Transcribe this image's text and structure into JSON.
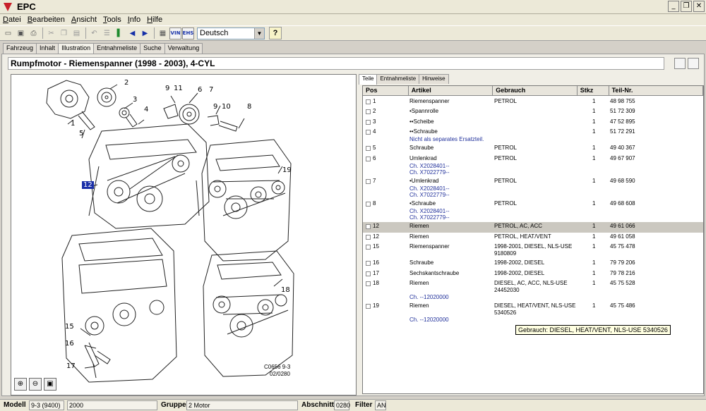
{
  "window": {
    "title": "EPC"
  },
  "menu": [
    "Datei",
    "Bearbeiten",
    "Ansicht",
    "Tools",
    "Info",
    "Hilfe"
  ],
  "toolbar": {
    "language": "Deutsch",
    "vin_label": "VIN",
    "ehs_label": "EHS",
    "help_label": "?"
  },
  "main_tabs": [
    "Fahrzeug",
    "Inhalt",
    "Illustration",
    "Entnahmeliste",
    "Suche",
    "Verwaltung"
  ],
  "heading": "Rumpfmotor - Riemenspanner   (1998 - 2003), 4-CYL",
  "illustration": {
    "callouts": [
      "1",
      "2",
      "3",
      "4",
      "5",
      "6",
      "7",
      "8",
      "9",
      "11",
      "9",
      "10",
      "12",
      "19",
      "15",
      "16",
      "17",
      "18"
    ],
    "code_1": "C0656 9-3",
    "code_2": "02/0280",
    "selected": "12"
  },
  "parts_tabs": [
    "Teile",
    "Entnahmeliste",
    "Hinweise"
  ],
  "parts_columns": [
    "Pos",
    "Artikel",
    "Gebrauch",
    "Stkz",
    "Teil-Nr."
  ],
  "parts_rows": [
    {
      "pos": "1",
      "art": "Riemenspanner",
      "geb": "PETROL",
      "geb2": "",
      "stk": "1",
      "teil": "48 98 755",
      "sub": []
    },
    {
      "pos": "2",
      "art": "•Spannrolle",
      "geb": "",
      "geb2": "",
      "stk": "1",
      "teil": "51 72 309",
      "sub": []
    },
    {
      "pos": "3",
      "art": "••Scheibe",
      "geb": "",
      "geb2": "",
      "stk": "1",
      "teil": "47 52 895",
      "sub": []
    },
    {
      "pos": "4",
      "art": "••Schraube",
      "geb": "",
      "geb2": "",
      "stk": "1",
      "teil": "51 72 291",
      "sub": [
        "Nicht als separates Ersatzteil."
      ]
    },
    {
      "pos": "5",
      "art": "Schraube",
      "geb": "PETROL",
      "geb2": "",
      "stk": "1",
      "teil": "49 40 367",
      "sub": []
    },
    {
      "pos": "6",
      "art": "Umlenkrad",
      "geb": "PETROL",
      "geb2": "",
      "stk": "1",
      "teil": "49 67 907",
      "sub": [
        "Ch. X2028401--",
        "Ch. X7022779--"
      ]
    },
    {
      "pos": "7",
      "art": "•Umlenkrad",
      "geb": "PETROL",
      "geb2": "",
      "stk": "1",
      "teil": "49 68 590",
      "sub": [
        "Ch. X2028401--",
        "Ch. X7022779--"
      ]
    },
    {
      "pos": "8",
      "art": "•Schraube",
      "geb": "PETROL",
      "geb2": "",
      "stk": "1",
      "teil": "49 68 608",
      "sub": [
        "Ch. X2028401--",
        "Ch. X7022779--"
      ]
    },
    {
      "pos": "12",
      "art": "Riemen",
      "geb": "PETROL, AC, ACC",
      "geb2": "",
      "stk": "1",
      "teil": "49 61 066",
      "sub": []
    },
    {
      "pos": "12",
      "art": "Riemen",
      "geb": "PETROL, HEAT/VENT",
      "geb2": "",
      "stk": "1",
      "teil": "49 61 058",
      "sub": []
    },
    {
      "pos": "15",
      "art": "Riemenspanner",
      "geb": "1998-2001, DIESEL, NLS-USE",
      "geb2": "9180809",
      "stk": "1",
      "teil": "45 75 478",
      "sub": []
    },
    {
      "pos": "16",
      "art": "Schraube",
      "geb": "1998-2002, DIESEL",
      "geb2": "",
      "stk": "1",
      "teil": "79 79 206",
      "sub": []
    },
    {
      "pos": "17",
      "art": "Sechskantschraube",
      "geb": "1998-2002, DIESEL",
      "geb2": "",
      "stk": "1",
      "teil": "79 78 216",
      "sub": []
    },
    {
      "pos": "18",
      "art": "Riemen",
      "geb": "DIESEL, AC, ACC, NLS-USE",
      "geb2": "24452030",
      "stk": "1",
      "teil": "45 75 528",
      "sub": [
        "",
        "Ch. --12020000"
      ]
    },
    {
      "pos": "19",
      "art": "Riemen",
      "geb": "DIESEL, HEAT/VENT, NLS-USE",
      "geb2": "5340526",
      "stk": "1",
      "teil": "45 75 486",
      "sub": [
        "",
        "Ch. --12020000"
      ]
    }
  ],
  "tooltip": "Gebrauch: DIESEL, HEAT/VENT, NLS-USE 5340526",
  "status": {
    "modell_label": "Modell",
    "modell": "9-3 (9400)",
    "jahr": "2000",
    "gruppe_label": "Gruppe",
    "gruppe": "2 Motor",
    "abschnitt_label": "Abschnitt",
    "abschnitt": "0280",
    "filter_label": "Filter",
    "filter": "AN"
  }
}
